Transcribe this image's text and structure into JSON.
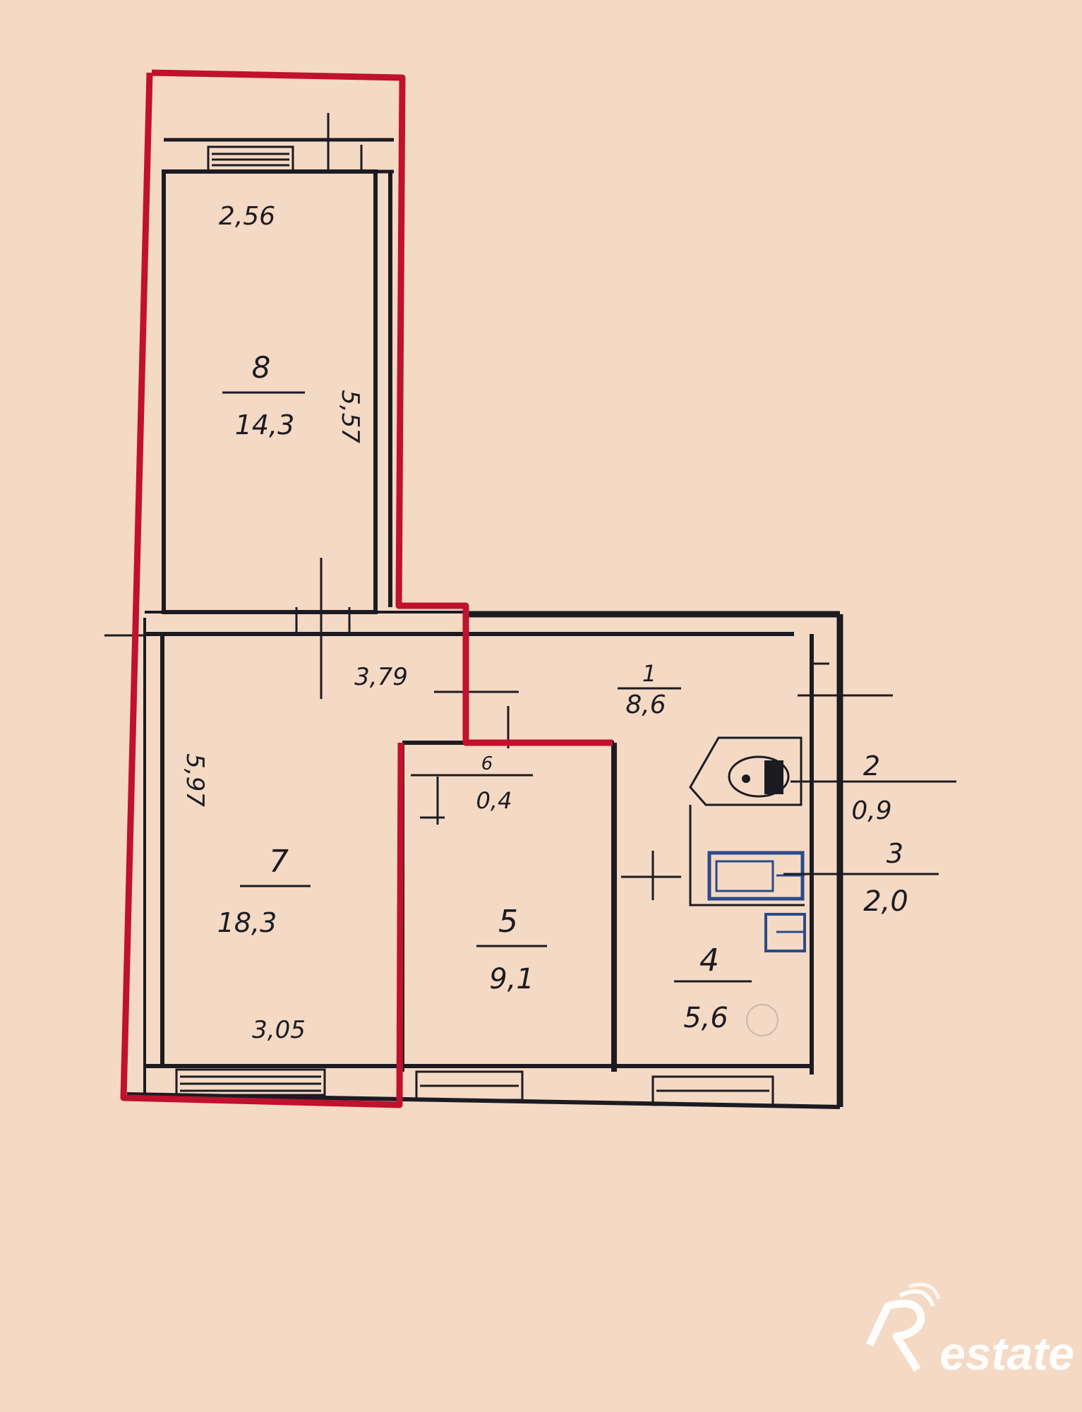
{
  "plan": {
    "dimensions": {
      "room8_width": "2,56",
      "room8_length": "5,57",
      "room7_length": "5,97",
      "room7_width": "3,05",
      "corridor_width": "3,79"
    },
    "rooms": [
      {
        "number": "8",
        "area": "14,3"
      },
      {
        "number": "7",
        "area": "18,3"
      },
      {
        "number": "1",
        "area": "8,6"
      },
      {
        "number": "6",
        "area": "0,4"
      },
      {
        "number": "5",
        "area": "9,1"
      },
      {
        "number": "4",
        "area": "5,6"
      },
      {
        "number": "2",
        "area": "0,9"
      },
      {
        "number": "3",
        "area": "2,0"
      }
    ]
  },
  "watermark": {
    "text": "estate"
  },
  "colors": {
    "paper": "#f4d9c4",
    "ink": "#1c1b22",
    "red_outline": "#c0112e",
    "fixture_blue": "#2c4a8a"
  }
}
